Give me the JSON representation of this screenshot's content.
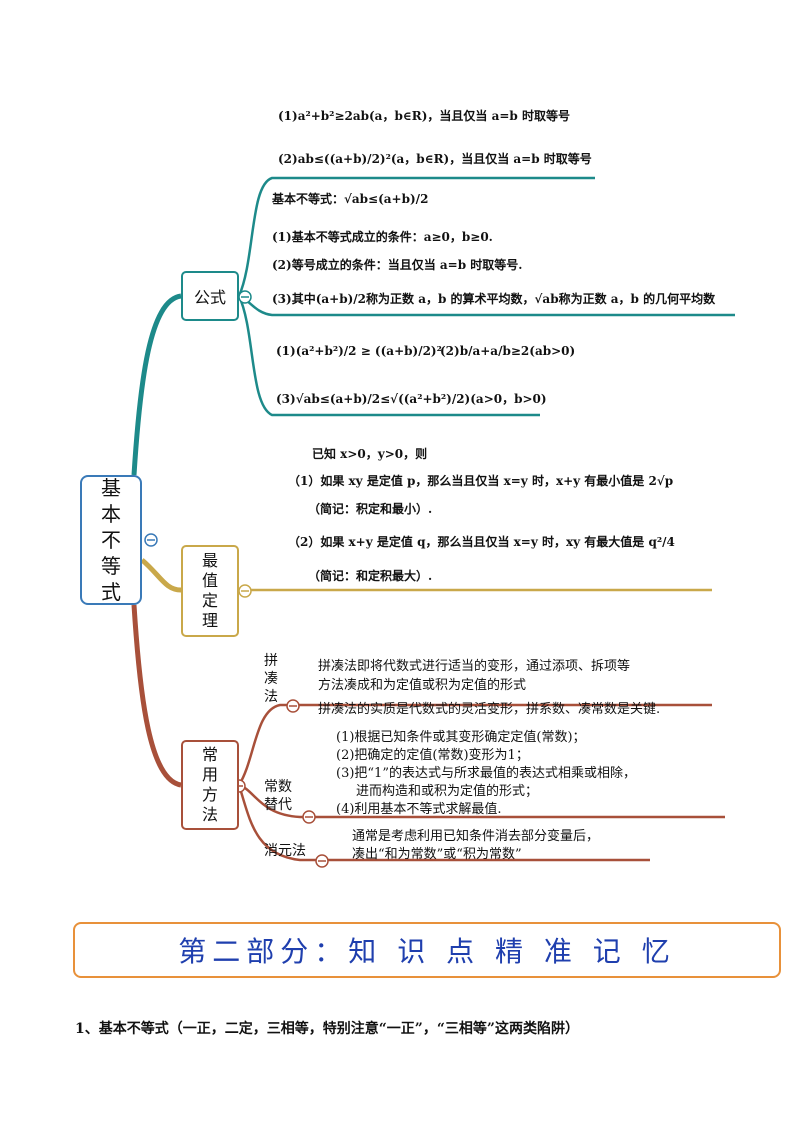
{
  "root": {
    "label": "基本不等式"
  },
  "branches": {
    "formula": {
      "label": "公式"
    },
    "max": {
      "label": "最值定理"
    },
    "method": {
      "label": "常用方法"
    }
  },
  "formula_section": {
    "line1": "(1)a²+b²≥2ab(a，b∈R)，当且仅当 a=b 时取等号",
    "line2": "(2)ab≤((a+b)/2)²(a，b∈R)，当且仅当 a=b 时取等号",
    "basic": "基本不等式：√ab≤(a+b)/2",
    "cond1": "(1)基本不等式成立的条件：a≥0，b≥0.",
    "cond2": "(2)等号成立的条件：当且仅当 a=b 时取等号.",
    "cond3": "(3)其中(a+b)/2称为正数 a，b 的算术平均数，√ab称为正数 a，b 的几何平均数",
    "ext1": "(1)(a²+b²)/2 ≥ ((a+b)/2)²",
    "ext2": "(2)b/a+a/b≥2(ab>0)",
    "ext3": "(3)√ab≤(a+b)/2≤√((a²+b²)/2)(a>0，b>0)"
  },
  "max_section": {
    "given": "已知 x>0，y>0，则",
    "item1": "（1）如果 xy 是定值 p，那么当且仅当 x=y 时，x+y 有最小值是 2√p",
    "note1": "（简记：积定和最小）.",
    "item2": "（2）如果 x+y 是定值 q，那么当且仅当 x=y 时，xy 有最大值是 q²/4",
    "note2": "（简记：和定积最大）."
  },
  "method_section": {
    "pincou": {
      "label": "拼凑法",
      "text1": "拼凑法即将代数式进行适当的变形，通过添项、拆项等",
      "text2": "方法凑成和为定值或积为定值的形式",
      "text3": "拼凑法的实质是代数式的灵活变形，拼系数、凑常数是关键."
    },
    "changshu": {
      "label": "常数替代",
      "s1": "(1)根据已知条件或其变形确定定值(常数)；",
      "s2": "(2)把确定的定值(常数)变形为1；",
      "s3": "(3)把“1”的表达式与所求最值的表达式相乘或相除，",
      "s4": "进而构造和或积为定值的形式；",
      "s5": "(4)利用基本不等式求解最值."
    },
    "xiaoyuan": {
      "label": "消元法",
      "t1": "通常是考虑利用已知条件消去部分变量后，",
      "t2": "凑出“和为常数”或“积为常数”"
    }
  },
  "banner": "第二部分：知 识 点 精 准 记 忆",
  "footer": "1、基本不等式（一正，二定，三相等，特别注意“一正”，“三相等”这两类陷阱）",
  "colors": {
    "formula": "#1d8a8a",
    "max": "#c9a84a",
    "method": "#a8503a",
    "root": "#3a7ab8",
    "banner": "#1f3fae"
  }
}
